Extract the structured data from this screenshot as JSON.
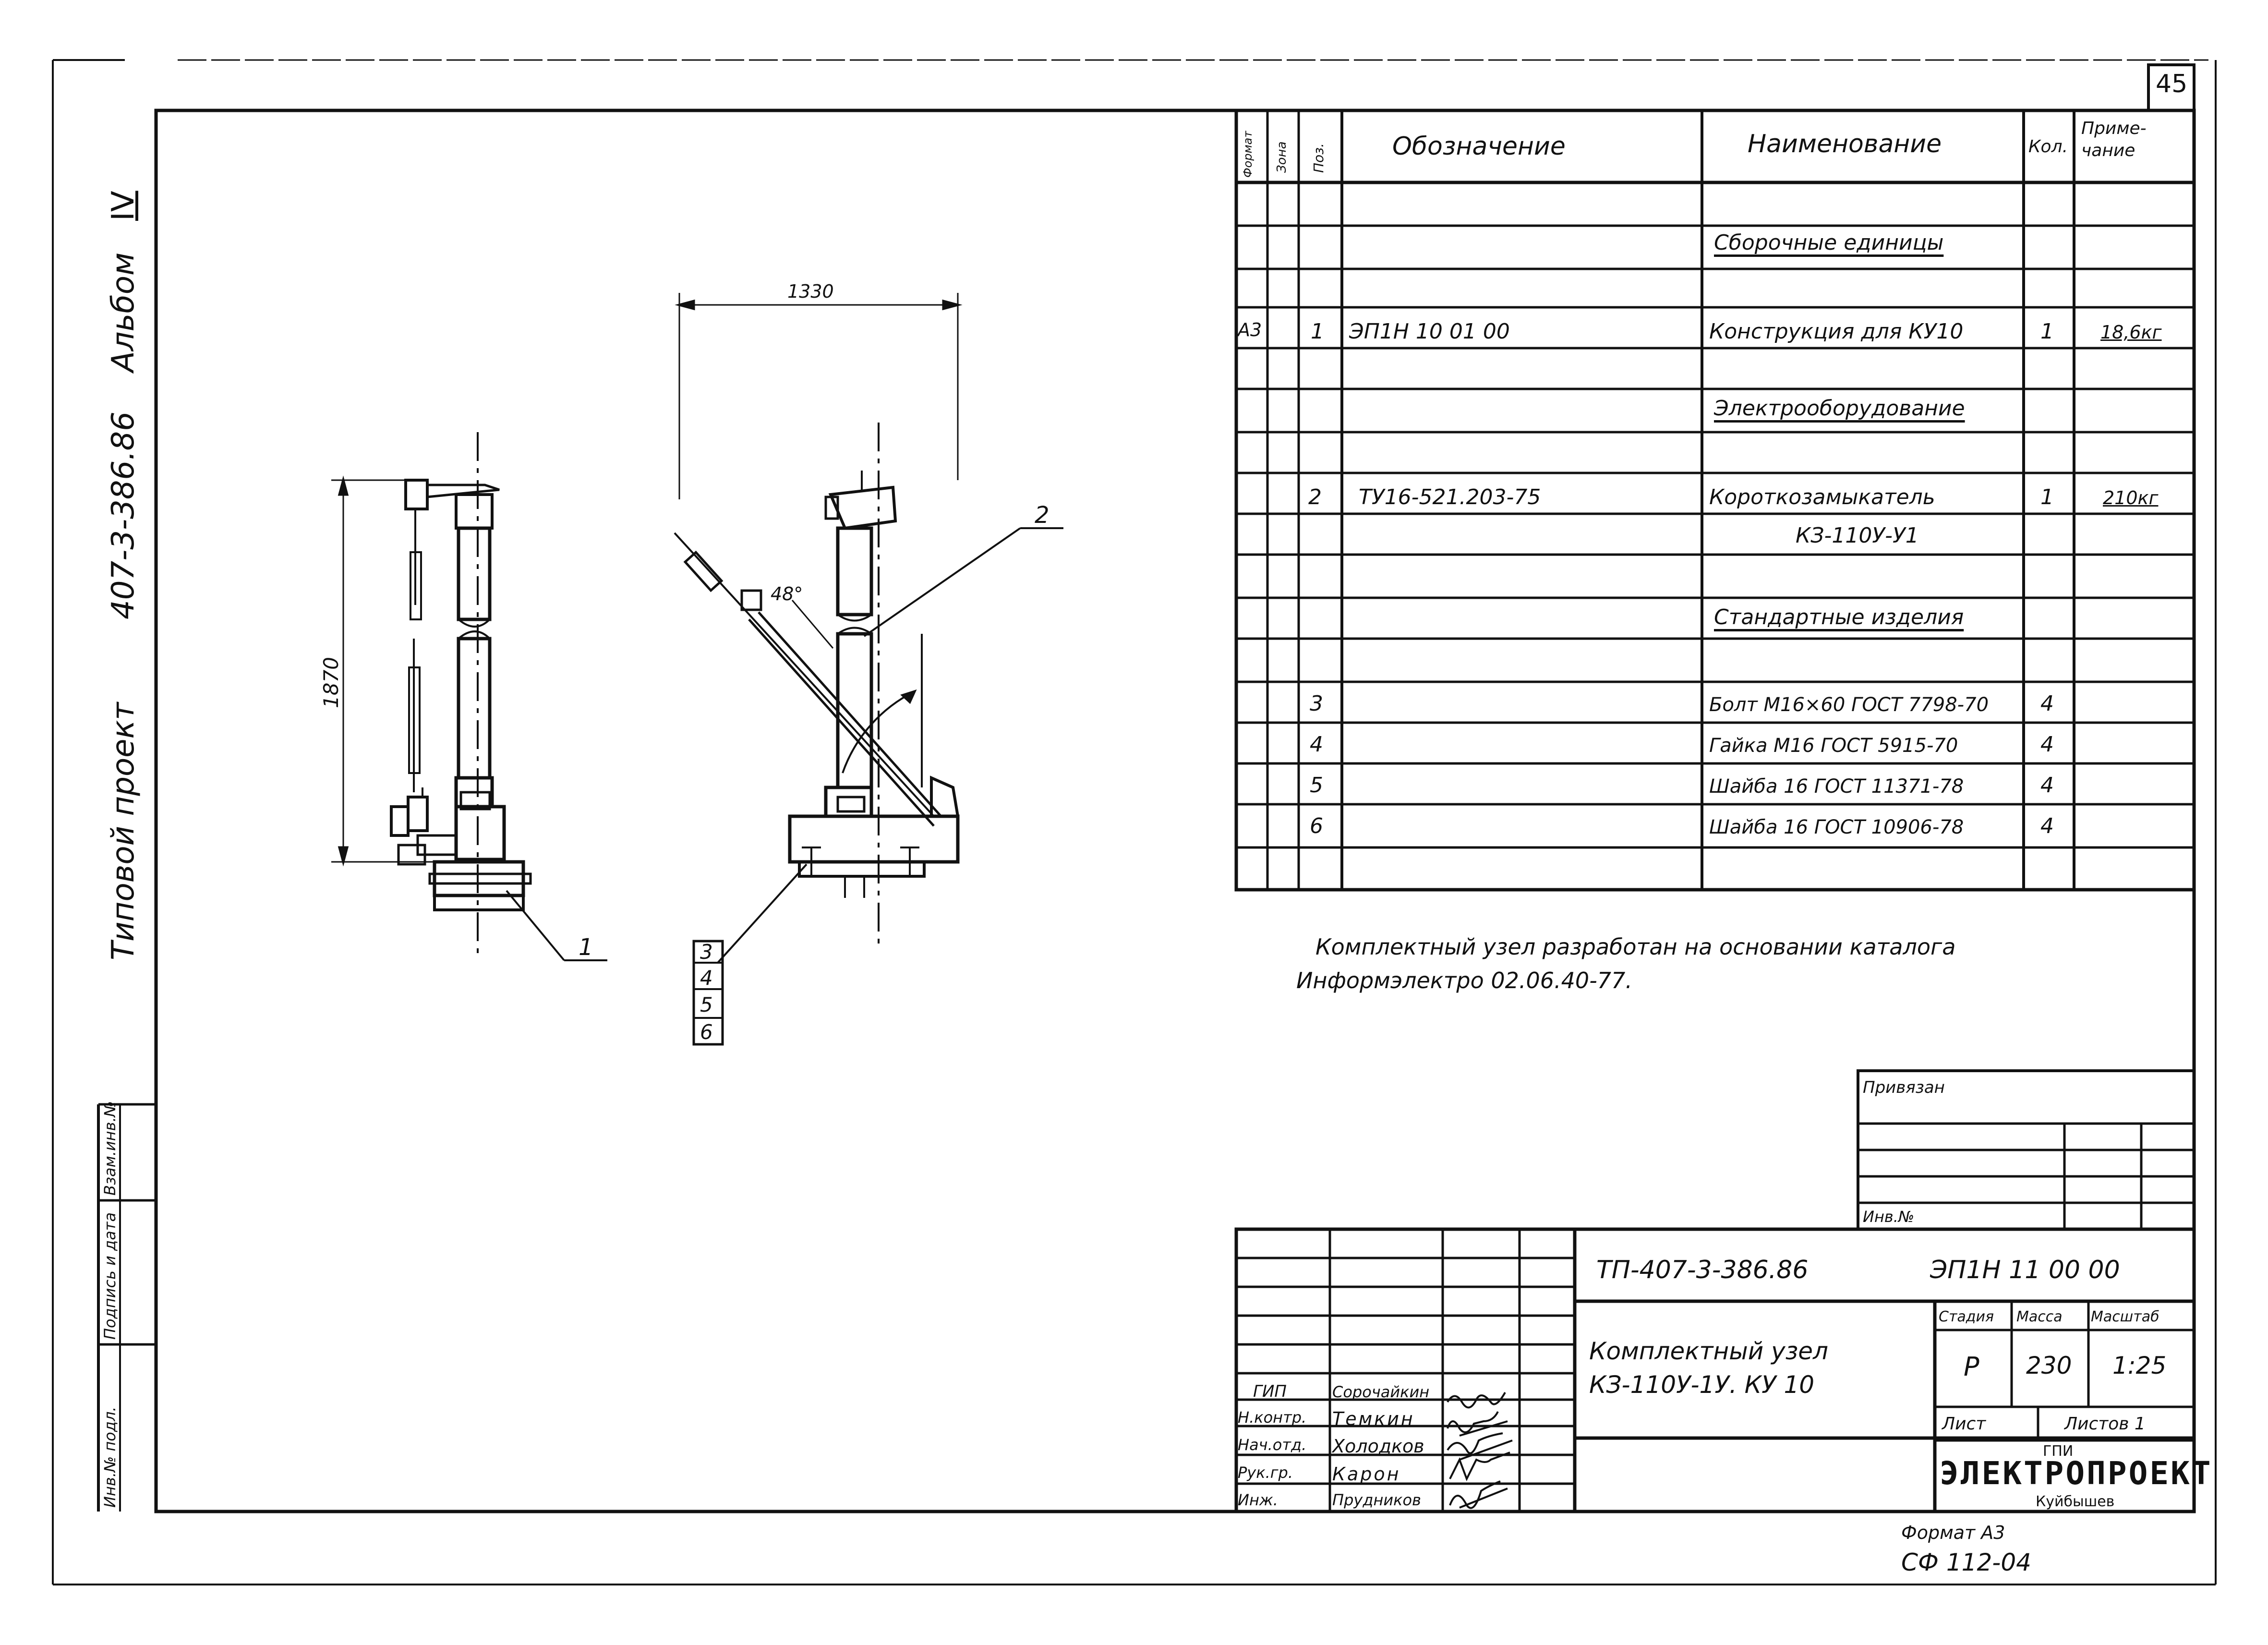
{
  "sheet": {
    "page_number": "45",
    "side_album_label": "Альбом",
    "side_album_number": "IV",
    "side_project_label": "Типовой проект",
    "side_project_code": "407-3-386.86",
    "left_stamp": [
      "Взам.инв.№",
      "Подпись и дата",
      "Инв.№ подл."
    ]
  },
  "drawing": {
    "dim_width": "1330",
    "dim_height": "1870",
    "angle": "48°",
    "callout_1": "1",
    "callout_2": "2",
    "callout_stack": [
      "3",
      "4",
      "5",
      "6"
    ]
  },
  "spec_table": {
    "headers": {
      "format": "Формат",
      "zone": "Зона",
      "pos": "Поз.",
      "designation": "Обозначение",
      "name": "Наименование",
      "qty": "Кол.",
      "note": "Приме-\nчание"
    },
    "rows": [
      {
        "section": "Сборочные единицы"
      },
      {
        "format": "А3",
        "pos": "1",
        "designation": "ЭП1Н 10 01 00",
        "name": "Конструкция для КУ10",
        "qty": "1",
        "note": "18,6кг"
      },
      {
        "section": "Электрооборудование"
      },
      {
        "pos": "2",
        "designation": "ТУ16-521.203-75",
        "name": "Короткозамыкатель",
        "qty": "1",
        "note": "210кг"
      },
      {
        "name_cont": "КЗ-110У-У1"
      },
      {
        "section": "Стандартные изделия"
      },
      {
        "pos": "3",
        "name": "Болт М16×60 ГОСТ 7798-70",
        "qty": "4"
      },
      {
        "pos": "4",
        "name": "Гайка М16 ГОСТ 5915-70",
        "qty": "4"
      },
      {
        "pos": "5",
        "name": "Шайба 16 ГОСТ 11371-78",
        "qty": "4"
      },
      {
        "pos": "6",
        "name": "Шайба 16 ГОСТ 10906-78",
        "qty": "4"
      }
    ]
  },
  "note": {
    "line1": "Комплектный узел разработан на основании каталога",
    "line2": "Информэлектро 02.06.40-77."
  },
  "privyazan": {
    "label": "Привязан",
    "inv_label": "Инв.№"
  },
  "title_block": {
    "project_code": "ТП-407-3-386.86",
    "doc_code": "ЭП1Н 11 00 00",
    "title_line1": "Комплектный узел",
    "title_line2": "КЗ-110У-1У. КУ 10",
    "stage_label": "Стадия",
    "mass_label": "Масса",
    "scale_label": "Масштаб",
    "stage": "Р",
    "mass": "230",
    "scale": "1:25",
    "sheet_label": "Лист",
    "sheets_label": "Листов 1",
    "org_top": "ГПИ",
    "org_name": "ЭЛЕКТРОПРОЕКТ",
    "org_city": "Куйбышев",
    "signers": [
      {
        "role": "ГИП",
        "name": "Сорочайкин"
      },
      {
        "role": "Н.контр.",
        "name": "Темкин"
      },
      {
        "role": "Нач.отд.",
        "name": "Холодков"
      },
      {
        "role": "Рук.гр.",
        "name": "Карон"
      },
      {
        "role": "Инж.",
        "name": "Прудников"
      }
    ]
  },
  "footer": {
    "format": "Формат А3",
    "form_code": "СФ 112-04"
  }
}
